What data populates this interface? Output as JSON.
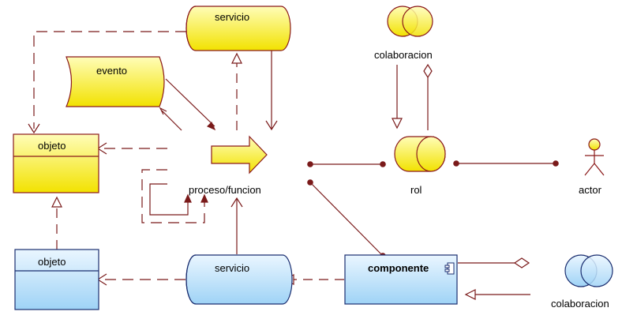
{
  "colors": {
    "line": "#7a1a1a",
    "outline": "#8b1a1a",
    "outline_blue": "#1a2e70",
    "yellow_light": "#fffdb8",
    "yellow_dark": "#f2e200",
    "blue_light": "#eaf6ff",
    "blue_dark": "#9fd3f6"
  },
  "nodes": {
    "servicio_top": {
      "label": "servicio",
      "shape": "service",
      "fill": "yellow"
    },
    "evento": {
      "label": "evento",
      "shape": "event",
      "fill": "yellow"
    },
    "objeto_top": {
      "label": "objeto",
      "shape": "object",
      "fill": "yellow"
    },
    "proceso": {
      "label": "proceso/funcion",
      "shape": "process-arrow",
      "fill": "yellow"
    },
    "colaboracion_top": {
      "label": "colaboracion",
      "shape": "collaboration",
      "fill": "yellow"
    },
    "rol": {
      "label": "rol",
      "shape": "role",
      "fill": "yellow"
    },
    "actor": {
      "label": "actor",
      "shape": "actor",
      "fill": "yellow"
    },
    "objeto_bottom": {
      "label": "objeto",
      "shape": "object",
      "fill": "blue"
    },
    "servicio_bottom": {
      "label": "servicio",
      "shape": "service",
      "fill": "blue"
    },
    "componente": {
      "label": "componente",
      "shape": "component",
      "fill": "blue",
      "icon": "component-icon"
    },
    "colaboracion_bottom": {
      "label": "colaboracion",
      "shape": "collaboration",
      "fill": "blue"
    }
  }
}
